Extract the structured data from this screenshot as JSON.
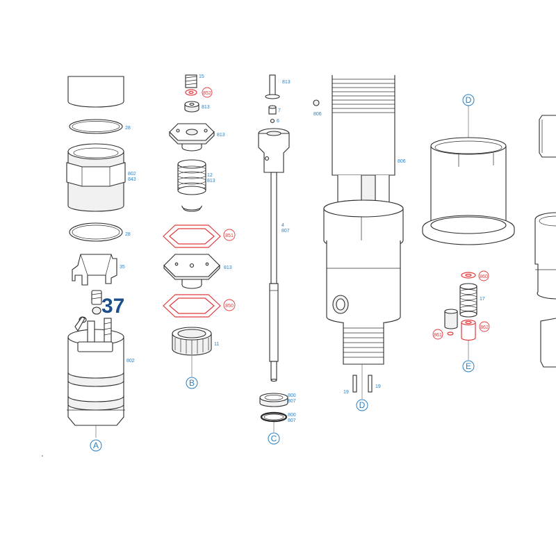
{
  "labels": {
    "l28a": "28",
    "l802a": "802",
    "l843": "843",
    "l28b": "28",
    "l35": "35",
    "big37": "37",
    "l802b": "802",
    "l15": "15",
    "l852": "852",
    "l813a": "813",
    "l813b": "813",
    "l12": "12",
    "l813c": "813",
    "l851": "851",
    "l813d": "813",
    "l850": "850",
    "l11": "11",
    "l813e": "813",
    "l7": "7",
    "l6": "6",
    "l4": "4",
    "l807a": "807",
    "l800a": "800",
    "l807b": "807",
    "l800b": "800",
    "l807c": "807",
    "l806a": "806",
    "l806b": "806",
    "l19a": "19",
    "l19b": "19",
    "l860": "860",
    "l17": "17",
    "l861": "861",
    "l862": "862"
  },
  "letters": {
    "A": "A",
    "B": "B",
    "C": "C",
    "D": "D",
    "D2": "D",
    "E": "E"
  },
  "colors": {
    "label": "#2a7fc0",
    "highlight": "#e0393b",
    "line": "#2b2b2b",
    "big_number": "#1a4f8a"
  }
}
